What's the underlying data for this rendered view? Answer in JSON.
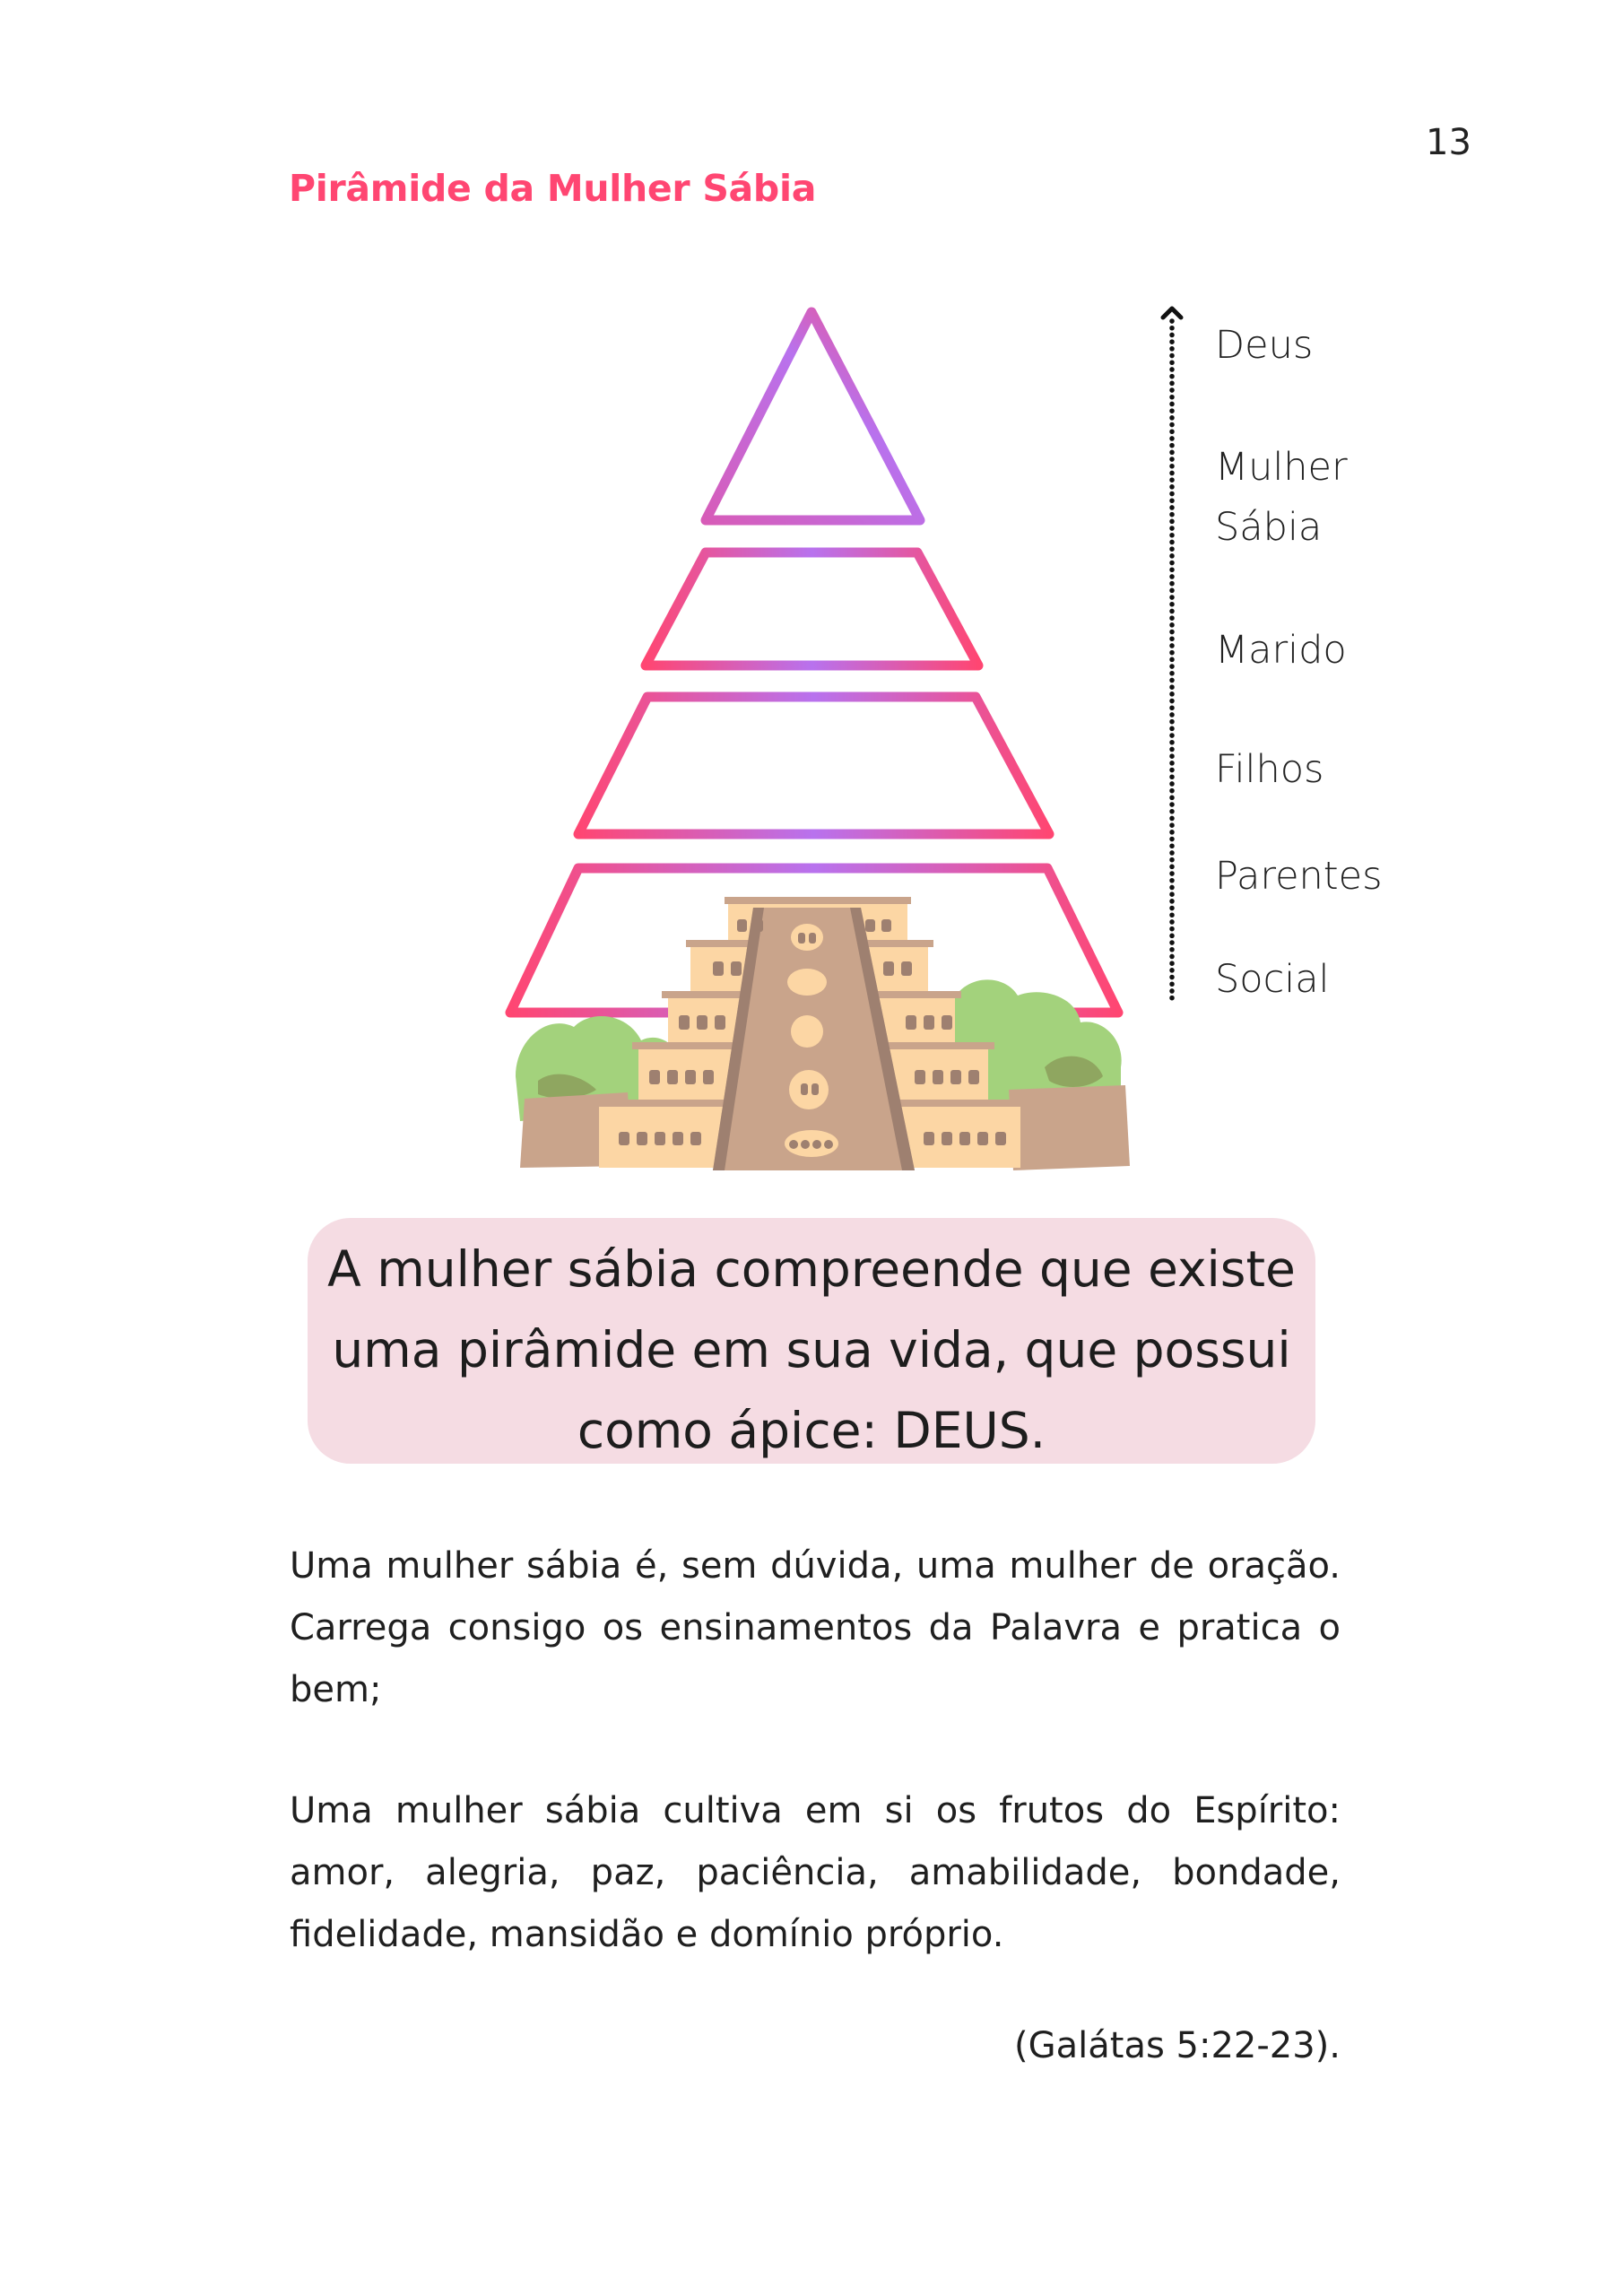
{
  "page": {
    "number": "13",
    "title": "Pirâmide da Mulher Sábia",
    "accent_color": "#FF4672"
  },
  "pyramid": {
    "stroke_gradient": [
      "#FF4672",
      "#B872EE",
      "#FF4672"
    ],
    "arrow_icon": "dotted-up-arrow",
    "illustration": "stepped-temple-pyramid-with-bushes",
    "levels": [
      {
        "label": "Deus"
      },
      {
        "label": "Mulher Sábia",
        "lines": [
          "Mulher",
          "Sábia"
        ]
      },
      {
        "label": "Marido"
      },
      {
        "label": "Filhos"
      },
      {
        "label": "Parentes"
      },
      {
        "label": "Social"
      }
    ]
  },
  "callout": {
    "lines": [
      "A mulher sábia compreende que existe",
      "uma pirâmide em sua vida, que possui",
      "como ápice: DEUS."
    ],
    "background": "#F5DCE3"
  },
  "body": {
    "paragraph1": "Uma mulher sábia é, sem dúvida, uma mulher de oração. Carrega consigo os ensinamentos da Palavra e pratica o bem;",
    "paragraph2": "Uma mulher sábia cultiva em si os frutos do Espírito: amor, alegria, paz, paciência, amabilidade, bondade, fidelidade, mansidão e domínio próprio.",
    "citation": "(Galátas 5:22-23)."
  }
}
